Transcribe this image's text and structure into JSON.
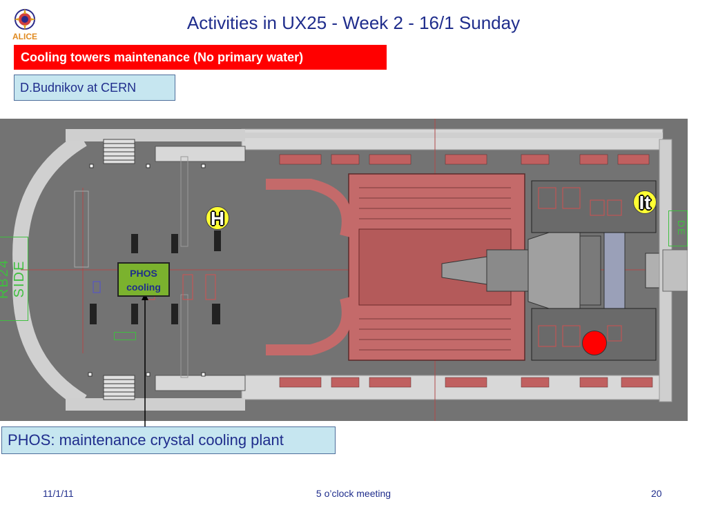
{
  "header": {
    "title": "Activities in UX25 - Week 2 - 16/1 Sunday",
    "logo_text": "ALICE"
  },
  "banners": {
    "red": "Cooling towers maintenance (No primary water)",
    "blue": "D.Budnikov at CERN"
  },
  "diagram": {
    "phos_box": {
      "line1": "PHOS",
      "line2": "cooling"
    },
    "callout": "PHOS: maintenance crystal cooling plant",
    "marker_h": "H",
    "marker_it": "It",
    "side_left_label": "RB24 SIDE",
    "side_right_label": "DE"
  },
  "colors": {
    "title": "#1f2d8c",
    "red_banner": "#ff0000",
    "blue_box": "#c6e6f0",
    "phos_green": "#7bb22e",
    "magnet": "#c06060",
    "cavern_floor": "#737373"
  },
  "footer": {
    "date": "11/1/11",
    "meeting": "5 o’clock meeting",
    "page": "20"
  }
}
